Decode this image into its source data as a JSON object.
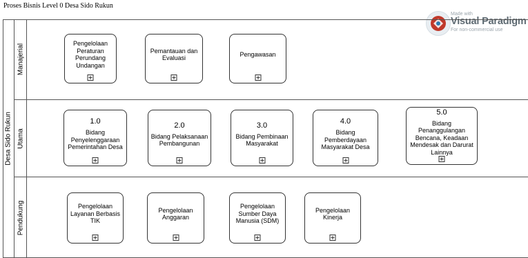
{
  "title": "Proses Bisnis Level 0 Desa Sido Rukun",
  "pool": {
    "label": "Desa Sido Rukun"
  },
  "lanes": [
    {
      "label": "Manajerial"
    },
    {
      "label": "Utama"
    },
    {
      "label": "Pendukung"
    }
  ],
  "tasks": {
    "manajerial": [
      {
        "label": "Pengelolaan\nPeraturan\nPerundang\nUndangan"
      },
      {
        "label": "Pemantauan dan\nEvaluasi"
      },
      {
        "label": "Pengawasan"
      }
    ],
    "utama": [
      {
        "number": "1.0",
        "label": "Bidang\nPenyelenggaraan\nPemerintahan Desa"
      },
      {
        "number": "2.0",
        "label": "Bidang Pelaksanaan\nPembangunan"
      },
      {
        "number": "3.0",
        "label": "Bidang Pembinaan\nMasyarakat"
      },
      {
        "number": "4.0",
        "label": "Bidang\nPemberdayaan\nMasyarakat Desa"
      },
      {
        "number": "5.0",
        "label": "Bidang Penanggulangan\nBencana, Keadaan\nMendesak dan Darurat\nLainnya"
      }
    ],
    "pendukung": [
      {
        "label": "Pengelolaan\nLayanan Berbasis\nTIK"
      },
      {
        "label": "Pengelolaan\nAnggaran"
      },
      {
        "label": "Pengelolaan\nSumber Daya\nManusia (SDM)"
      },
      {
        "label": "Pengelolaan\nKinerja"
      }
    ]
  },
  "watermark": {
    "small": "Made with",
    "brand": "Visual Paradigm",
    "note": "For non-commercial use",
    "icon": "visual-paradigm-logo"
  }
}
